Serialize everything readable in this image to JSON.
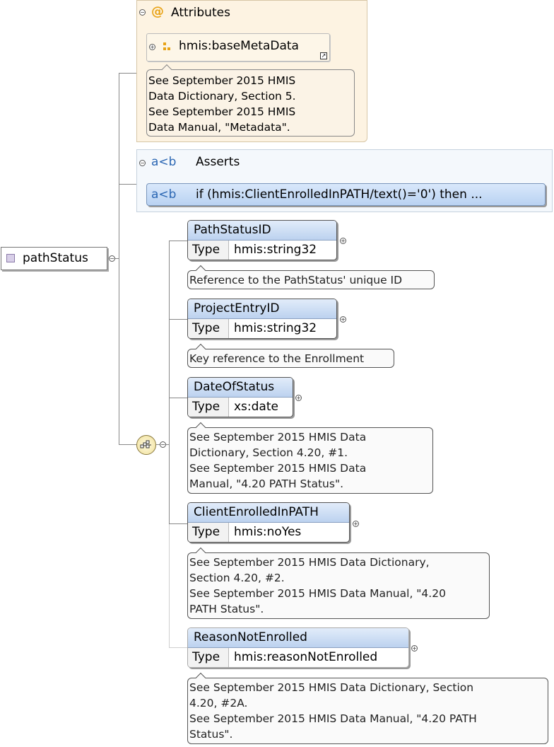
{
  "attributes": {
    "title": "Attributes",
    "ref_label": "hmis:baseMetaData",
    "doc_lines": [
      "See September 2015 HMIS",
      "Data Dictionary, Section 5.",
      "See September 2015 HMIS",
      "Data Manual, \"Metadata\"."
    ]
  },
  "asserts": {
    "icon": "a<b",
    "title": "Asserts",
    "item_icon": "a<b",
    "item_text": "if (hmis:ClientEnrolledInPATH/text()='0') then ..."
  },
  "root": {
    "label": "pathStatus"
  },
  "type_key": "Type",
  "elements": [
    {
      "name": "PathStatusID",
      "type": "hmis:string32",
      "doc": [
        "Reference to the PathStatus' unique ID"
      ]
    },
    {
      "name": "ProjectEntryID",
      "type": "hmis:string32",
      "doc": [
        "Key reference to the Enrollment"
      ]
    },
    {
      "name": "DateOfStatus",
      "type": "xs:date",
      "doc": [
        "See September 2015 HMIS Data",
        "Dictionary, Section 4.20, #1.",
        "See September 2015 HMIS Data",
        "Manual, \"4.20 PATH Status\"."
      ]
    },
    {
      "name": "ClientEnrolledInPATH",
      "type": "hmis:noYes",
      "doc": [
        "See September 2015 HMIS Data Dictionary,",
        "Section 4.20, #2.",
        "See September 2015 HMIS Data Manual, \"4.20",
        "PATH Status\"."
      ]
    },
    {
      "name": "ReasonNotEnrolled",
      "type": "hmis:reasonNotEnrolled",
      "doc": [
        "See September 2015 HMIS Data Dictionary, Section",
        "4.20, #2A.",
        "See September 2015 HMIS Data Manual, \"4.20 PATH",
        "Status\"."
      ]
    }
  ],
  "colors": {
    "attributes_bg": "#fdf3e2",
    "asserts_bg": "#f4f8fc",
    "element_header": "#bcd2ef",
    "at_sign": "#e8a317"
  }
}
